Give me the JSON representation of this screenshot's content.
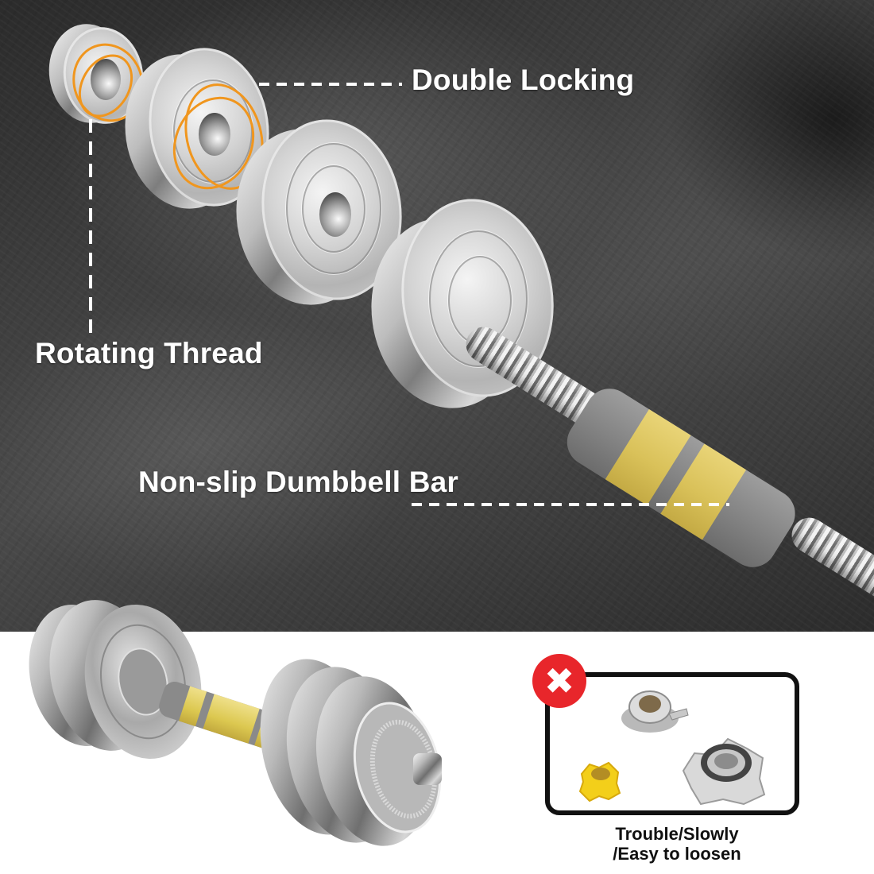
{
  "labels": {
    "double_locking": "Double Locking",
    "rotating_thread": "Rotating Thread",
    "non_slip_bar": "Non-slip Dumbbell Bar"
  },
  "comparison": {
    "badge_icon": "✖",
    "caption_line1": "Trouble/Slowly",
    "caption_line2": "/Easy to loosen",
    "items": [
      "spring-wing-collar",
      "yellow-spin-lock-nut",
      "chrome-star-collar"
    ]
  },
  "colors": {
    "background_dark": "#3a3a3a",
    "label_text": "#ffffff",
    "accent_orange": "#f0961e",
    "grip_yellow": "#d9c159",
    "badge_red": "#e8262b",
    "box_border": "#111111"
  }
}
